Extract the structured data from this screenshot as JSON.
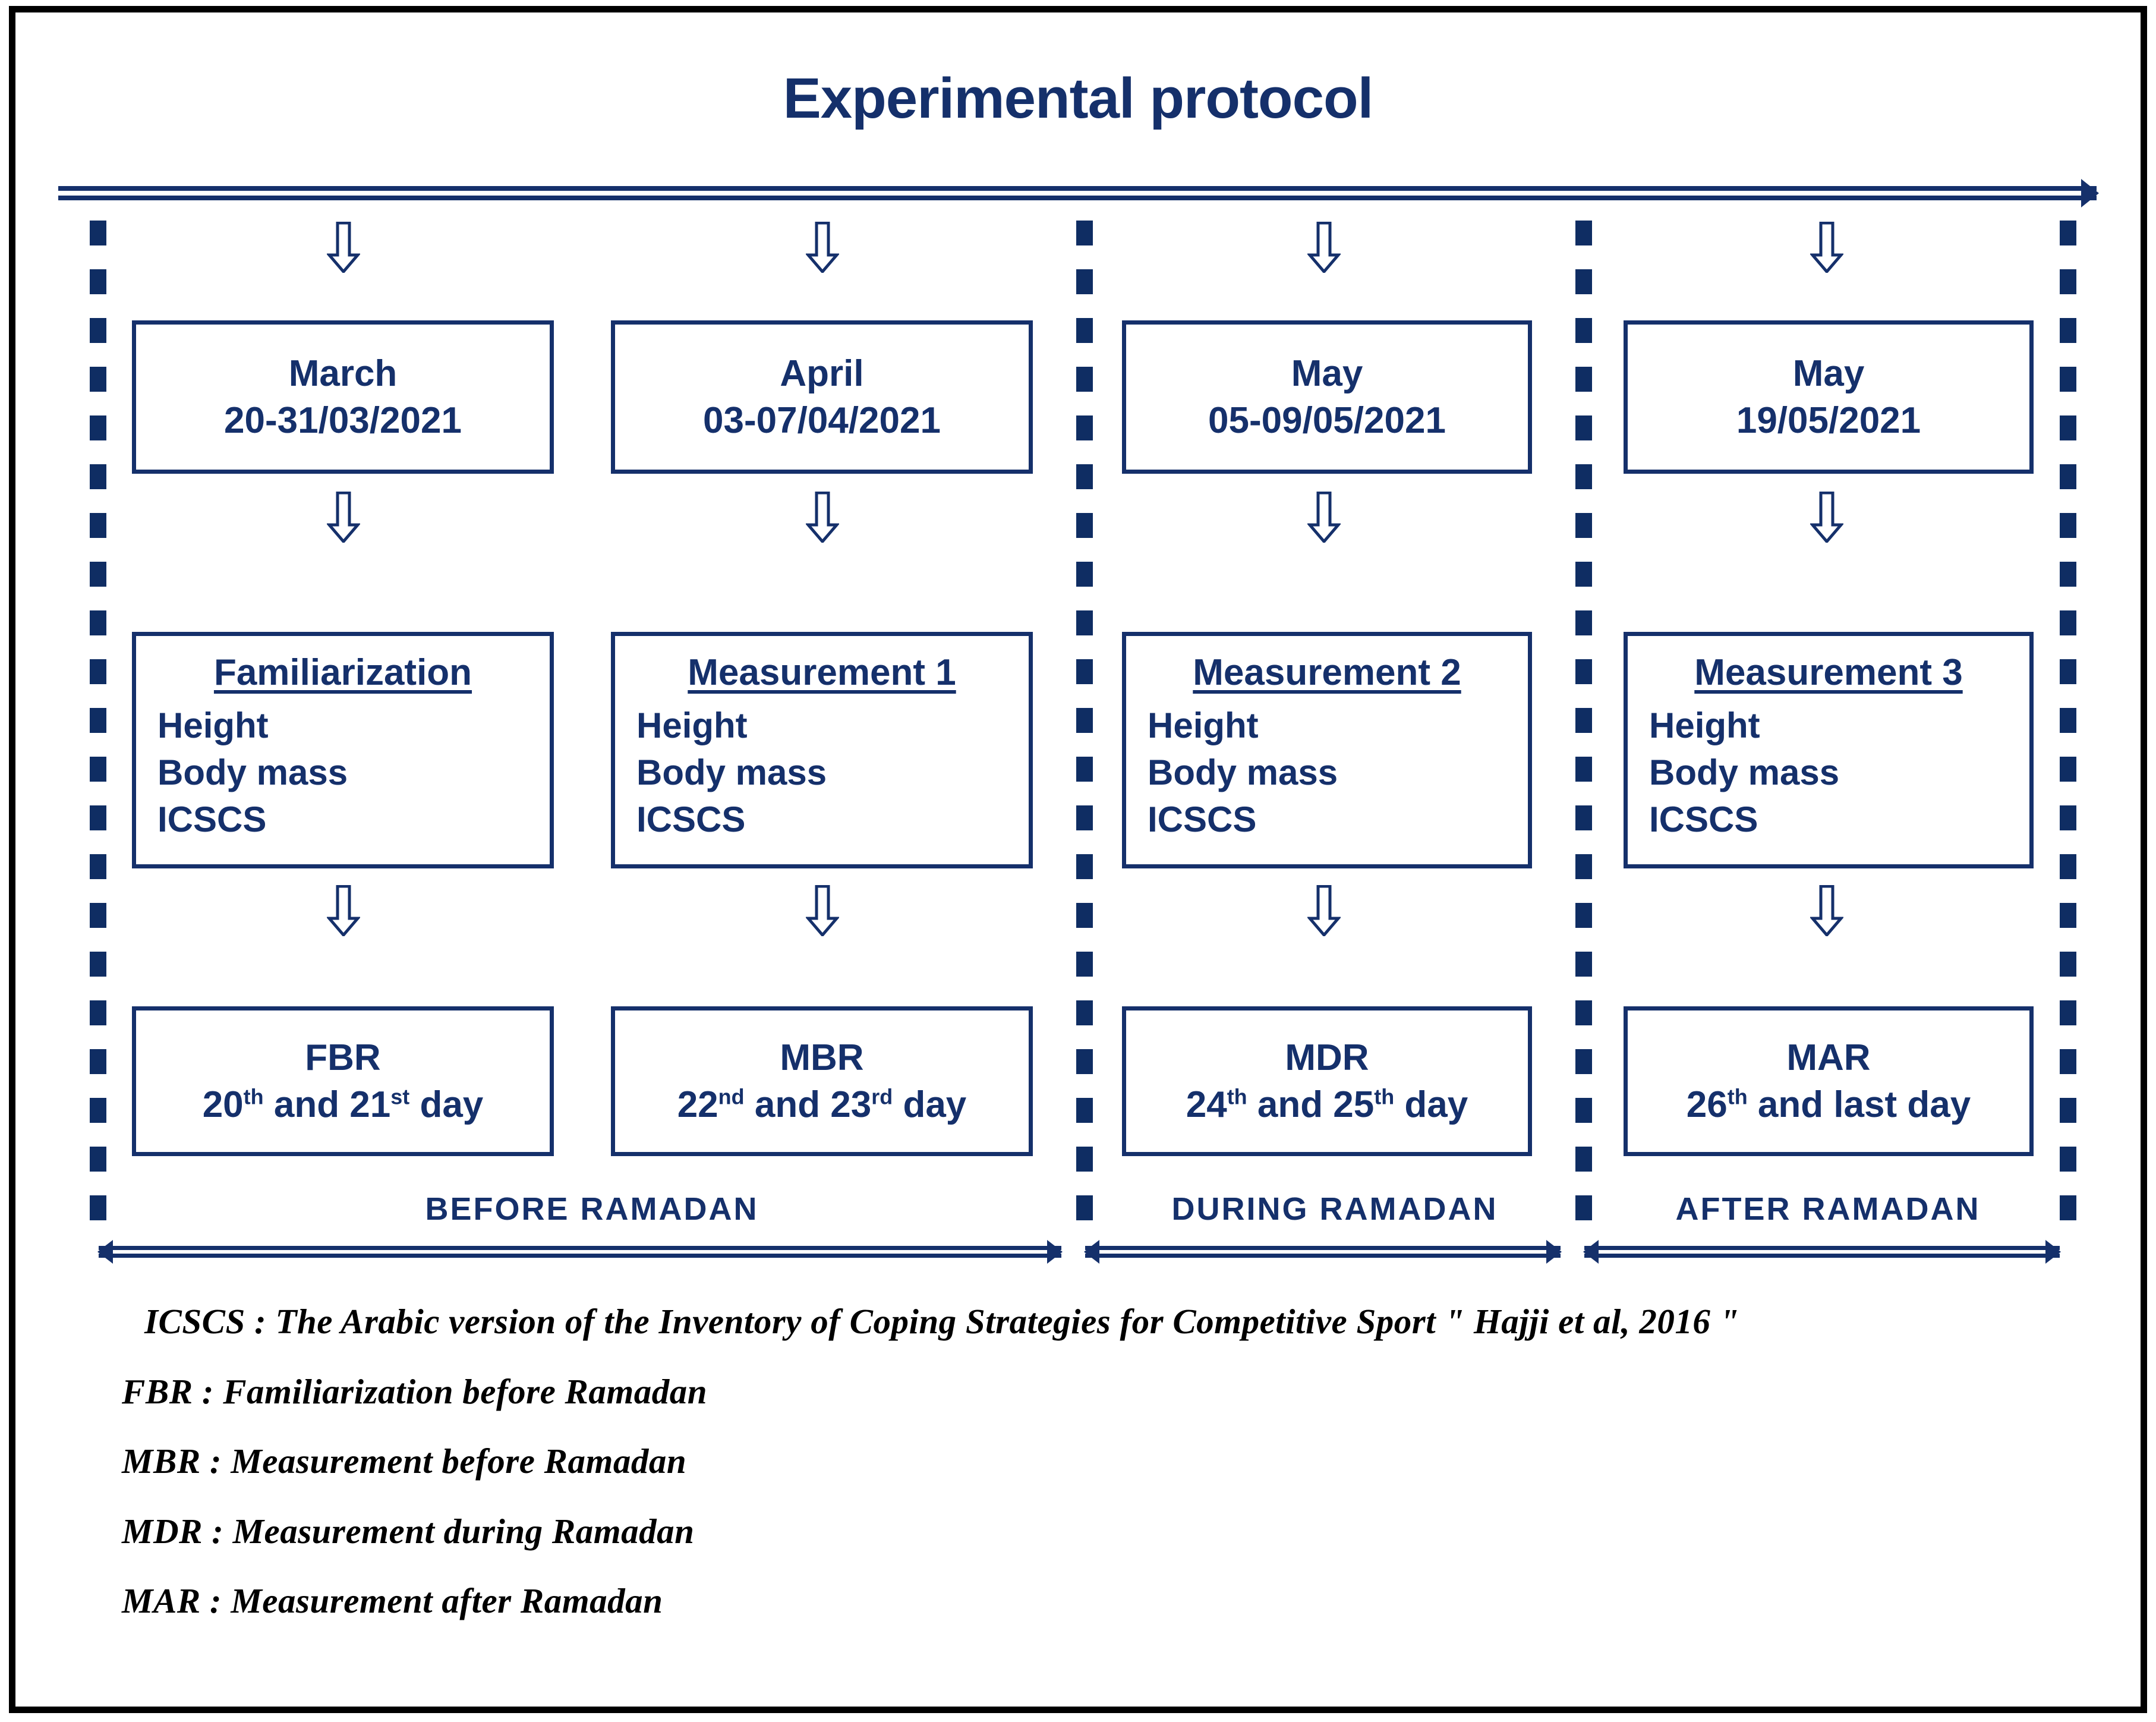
{
  "title": "Experimental protocol",
  "colors": {
    "navy": "#15306b",
    "dash_navy": "#0f2d63",
    "border_black": "#000000",
    "legend_text": "#000000"
  },
  "timeline": {
    "top_arrow_name": "timeline-arrow"
  },
  "columns": [
    {
      "id": "col-1",
      "date": {
        "month": "March",
        "range": "20-31/03/2021"
      },
      "measure": {
        "heading": "Familiarization",
        "items": [
          "Height",
          "Body mass",
          "ICSCS"
        ]
      },
      "session": {
        "code": "FBR",
        "day_prefix": "20",
        "day_sup1": "th",
        "day_mid": " and 21",
        "day_sup2": "st",
        "day_suffix": " day"
      }
    },
    {
      "id": "col-2",
      "date": {
        "month": "April",
        "range": "03-07/04/2021"
      },
      "measure": {
        "heading": "Measurement 1",
        "items": [
          "Height",
          "Body mass",
          "ICSCS"
        ]
      },
      "session": {
        "code": "MBR",
        "day_prefix": "22",
        "day_sup1": "nd",
        "day_mid": " and 23",
        "day_sup2": "rd",
        "day_suffix": " day"
      }
    },
    {
      "id": "col-3",
      "date": {
        "month": "May",
        "range": "05-09/05/2021"
      },
      "measure": {
        "heading": "Measurement 2",
        "items": [
          "Height",
          "Body mass",
          "ICSCS"
        ]
      },
      "session": {
        "code": "MDR",
        "day_prefix": "24",
        "day_sup1": "th",
        "day_mid": " and 25",
        "day_sup2": "th",
        "day_suffix": " day"
      }
    },
    {
      "id": "col-4",
      "date": {
        "month": "May",
        "range": "19/05/2021"
      },
      "measure": {
        "heading": "Measurement 3",
        "items": [
          "Height",
          "Body mass",
          "ICSCS"
        ]
      },
      "session": {
        "code": "MAR",
        "day_prefix": "26",
        "day_sup1": "th",
        "day_mid": " and last",
        "day_sup2": "",
        "day_suffix": " day"
      }
    }
  ],
  "phases": [
    {
      "id": "phase-before",
      "label": "BEFORE  RAMADAN"
    },
    {
      "id": "phase-during",
      "label": "DURING RAMADAN"
    },
    {
      "id": "phase-after",
      "label": "AFTER  RAMADAN"
    }
  ],
  "legend": {
    "icscs": "ICSCS : The Arabic version of the Inventory of Coping Strategies for Competitive Sport \" Hajji et al, 2016 \"",
    "fbr": "FBR : Familiarization before Ramadan",
    "mbr": "MBR : Measurement before Ramadan",
    "mdr": "MDR : Measurement during Ramadan",
    "mar": "MAR : Measurement after Ramadan"
  }
}
